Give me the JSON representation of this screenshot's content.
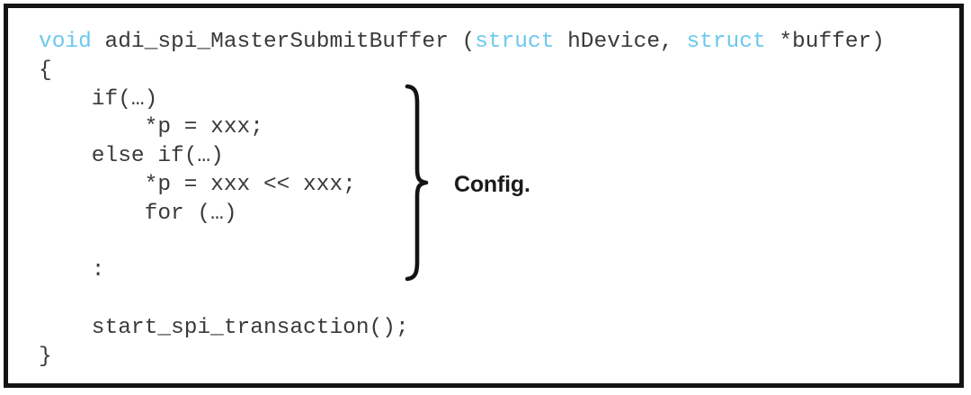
{
  "figure": {
    "type": "code-listing-diagram",
    "background_color": "#ffffff",
    "frame_color": "#141414",
    "code_text_color": "#3a3a3a",
    "keyword_color": "#6cc9ee",
    "annotation_color": "#1a1a1a"
  },
  "code": {
    "language": "c",
    "lines": [
      {
        "id": "line-signature",
        "indent": 0,
        "tokens": [
          {
            "text": "void",
            "kind": "keyword"
          },
          {
            "text": " adi_spi_MasterSubmitBuffer (",
            "kind": "plain"
          },
          {
            "text": "struct",
            "kind": "keyword"
          },
          {
            "text": " hDevice, ",
            "kind": "plain"
          },
          {
            "text": "struct",
            "kind": "keyword"
          },
          {
            "text": " *buffer)",
            "kind": "plain"
          }
        ]
      },
      {
        "id": "line-open-brace",
        "indent": 0,
        "tokens": [
          {
            "text": "{",
            "kind": "plain"
          }
        ]
      },
      {
        "id": "line-if",
        "indent": 0,
        "tokens": [
          {
            "text": "    if(…)",
            "kind": "plain"
          }
        ]
      },
      {
        "id": "line-assign-1",
        "indent": 0,
        "tokens": [
          {
            "text": "        *p = xxx;",
            "kind": "plain"
          }
        ]
      },
      {
        "id": "line-else-if",
        "indent": 0,
        "tokens": [
          {
            "text": "    else if(…)",
            "kind": "plain"
          }
        ]
      },
      {
        "id": "line-assign-2",
        "indent": 0,
        "tokens": [
          {
            "text": "        *p = xxx << xxx;",
            "kind": "plain"
          }
        ]
      },
      {
        "id": "line-for",
        "indent": 0,
        "tokens": [
          {
            "text": "        for (…)",
            "kind": "plain"
          }
        ]
      },
      {
        "id": "line-blank-1",
        "indent": 0,
        "tokens": [
          {
            "text": "",
            "kind": "plain"
          }
        ]
      },
      {
        "id": "line-ellipsis",
        "indent": 0,
        "tokens": [
          {
            "text": "    :",
            "kind": "plain"
          }
        ]
      },
      {
        "id": "line-blank-2",
        "indent": 0,
        "tokens": [
          {
            "text": "",
            "kind": "plain"
          }
        ]
      },
      {
        "id": "line-start-transaction",
        "indent": 0,
        "tokens": [
          {
            "text": "    start_spi_transaction();",
            "kind": "plain"
          }
        ]
      },
      {
        "id": "line-close-brace",
        "indent": 0,
        "tokens": [
          {
            "text": "}",
            "kind": "plain"
          }
        ]
      }
    ]
  },
  "annotation": {
    "label": "Config.",
    "brace_icon": "right-curly-brace-icon",
    "covers_lines": [
      "line-if",
      "line-assign-1",
      "line-else-if",
      "line-assign-2",
      "line-for",
      "line-blank-1",
      "line-ellipsis"
    ]
  }
}
